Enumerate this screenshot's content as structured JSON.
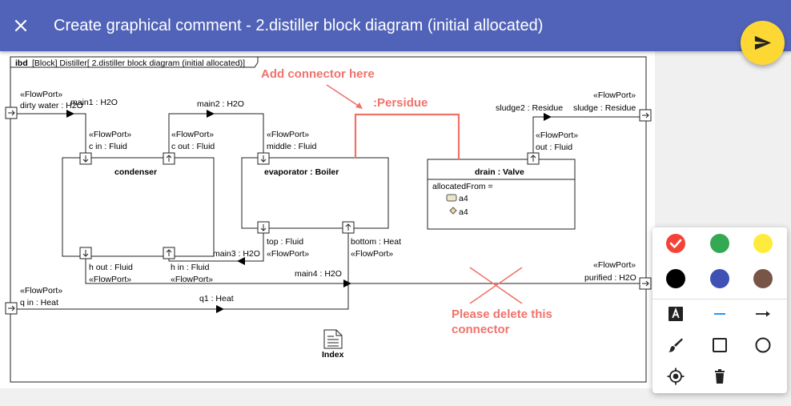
{
  "header": {
    "title": "Create graphical comment - 2.distiller block diagram (initial allocated)"
  },
  "diagram": {
    "frame_kind": "ibd",
    "frame_label": "[Block] Distiller[ 2.distiller block diagram (initial allocated)]",
    "stereotype_flowport": "«FlowPort»",
    "ports": {
      "dirty_water": "dirty water : H2O",
      "q_in": "q in : Heat",
      "sludge": "sludge : Residue",
      "purified": "purified : H2O",
      "c_in": "c in : Fluid",
      "c_out": "c out : Fluid",
      "middle": "middle : Fluid",
      "out": "out : Fluid",
      "h_out": "h out : Fluid",
      "h_in": "h in : Fluid",
      "top": "top : Fluid",
      "bottom": "bottom : Heat"
    },
    "blocks": {
      "condenser": "condenser",
      "evaporator": "evaporator : Boiler",
      "drain": "drain : Valve",
      "allocated_from": "allocatedFrom =",
      "alloc_items": [
        "a4",
        "a4"
      ]
    },
    "connectors": {
      "main1": "main1 : H2O",
      "main2": "main2 : H2O",
      "main3": "main3 : H2O",
      "main4": "main4 : H2O",
      "q1": "q1 : Heat",
      "sludge2": "sludge2 : Residue"
    },
    "index_label": "Index"
  },
  "annotations": {
    "add_connector": "Add connector here",
    "persidue": ":Persidue",
    "delete_line1": "Please delete this",
    "delete_line2": "connector",
    "color": "#f0736b"
  },
  "palette": {
    "colors": [
      {
        "name": "red",
        "hex": "#f44336",
        "selected": true
      },
      {
        "name": "green",
        "hex": "#34a853",
        "selected": false
      },
      {
        "name": "yellow",
        "hex": "#ffeb3b",
        "selected": false
      },
      {
        "name": "black",
        "hex": "#000000",
        "selected": false
      },
      {
        "name": "blue",
        "hex": "#3f51b5",
        "selected": false
      },
      {
        "name": "brown",
        "hex": "#795548",
        "selected": false
      }
    ],
    "tools": [
      "text-icon",
      "line-icon",
      "arrow-icon",
      "brush-icon",
      "rectangle-icon",
      "circle-icon",
      "target-icon",
      "trash-icon"
    ]
  }
}
